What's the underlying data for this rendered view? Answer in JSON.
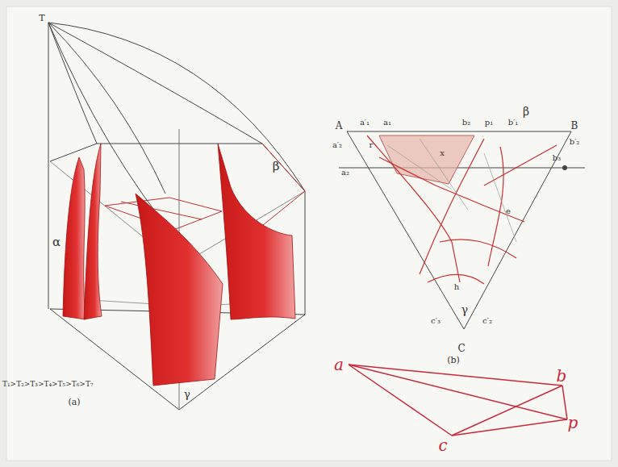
{
  "diagram": {
    "labels": [
      "T",
      "α",
      "β",
      "γ",
      "(a)",
      "T₁>T₂>T₃>T₄>T₅>T₆>T₇",
      "A",
      "B",
      "C",
      "a′₁",
      "a₁",
      "b₂",
      "p₁",
      "b′₁",
      "β",
      "b′₂",
      "a′₂",
      "a₂",
      "r",
      "x",
      "b₃",
      "e",
      "γ",
      "c′₃",
      "c′₂",
      "h",
      "(b)",
      "a",
      "b",
      "c",
      "p"
    ]
  }
}
